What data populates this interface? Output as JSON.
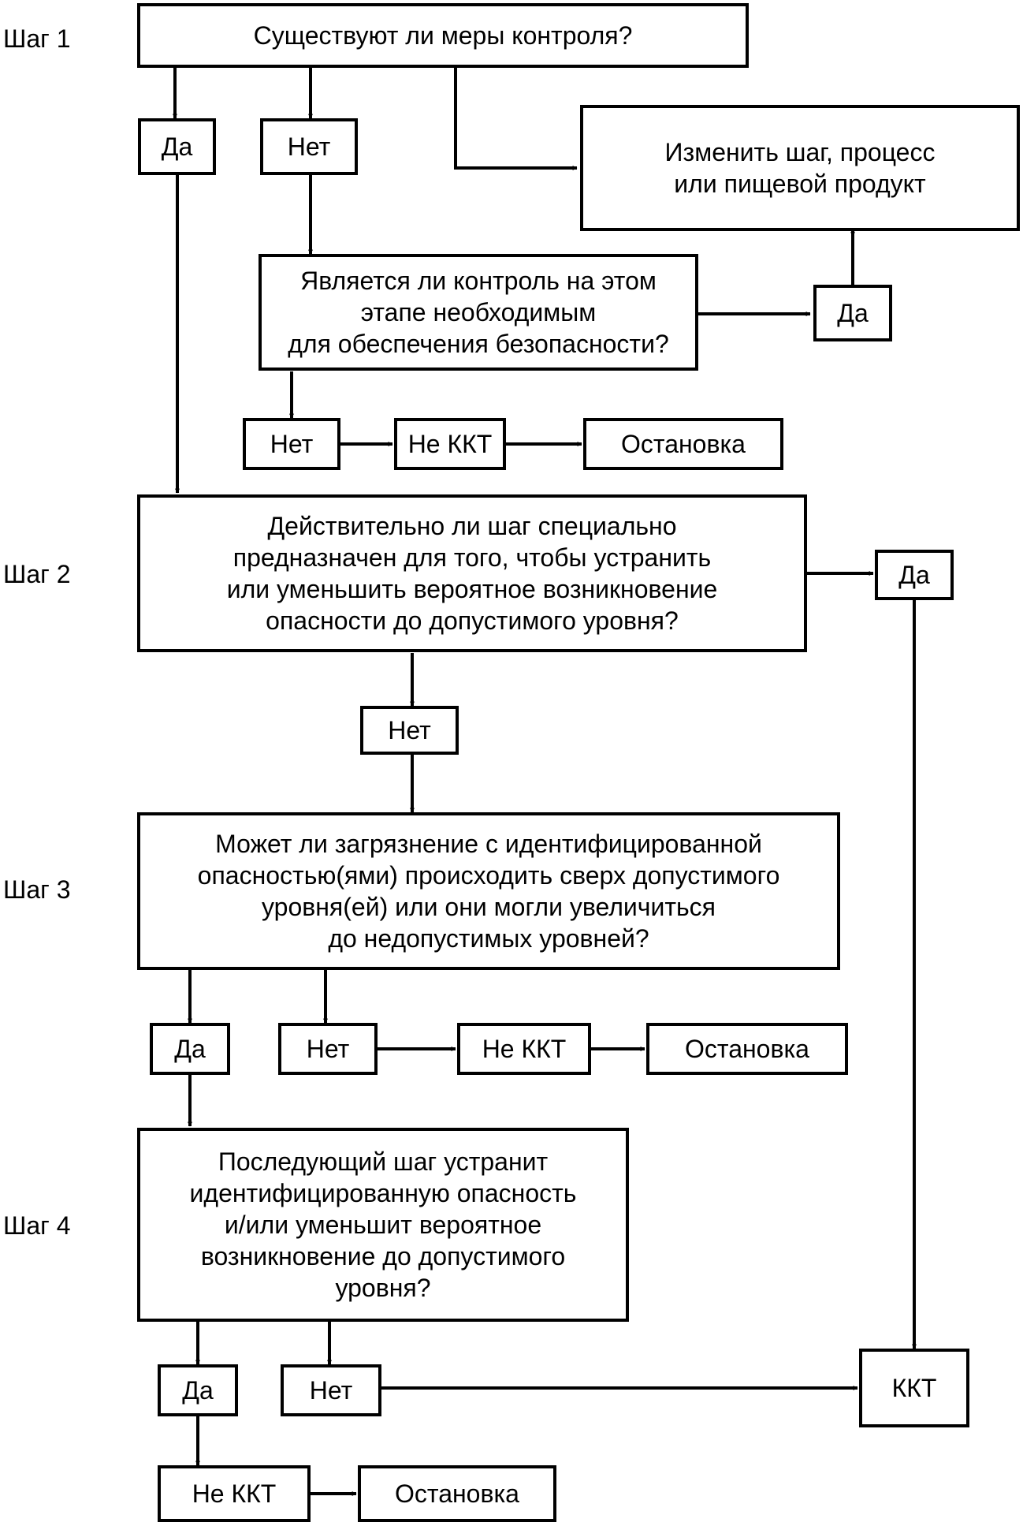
{
  "steps": {
    "s1": "Шаг 1",
    "s2": "Шаг 2",
    "s3": "Шаг 3",
    "s4": "Шаг 4"
  },
  "questions": {
    "q1": "Существуют ли меры контроля?",
    "q1_control": "Является ли контроль на этом\nэтапе необходимым\nдля обеспечения безопасности?",
    "modify": "Изменить шаг, процесс\nили пищевой продукт",
    "q2": "Действительно ли шаг специально\nпредназначен для того, чтобы устранить\nили уменьшить вероятное возникновение\nопасности до допустимого уровня?",
    "q3": "Может ли загрязнение с идентифицированной\nопасностью(ями) происходить сверх допустимого\nуровня(ей) или они могли увеличиться\nдо недопустимых уровней?",
    "q4": "Последующий шаг устранит\nидентифицированную опасность\nи/или уменьшит вероятное\nвозникновение до допустимого\nуровня?"
  },
  "answers": {
    "yes": "Да",
    "no": "Нет",
    "not_ccp": "Не ККТ",
    "stop": "Остановка",
    "ccp": "ККТ"
  },
  "colors": {
    "line": "#000000",
    "background": "#ffffff"
  }
}
